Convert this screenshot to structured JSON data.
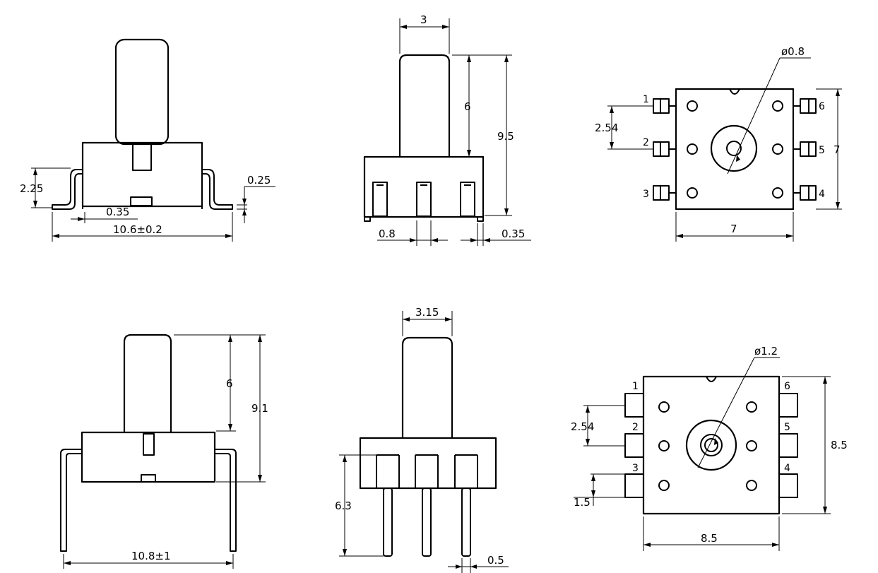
{
  "view1": {
    "d_height": "2.25",
    "d_pin": "0.35",
    "d_thick": "0.25",
    "d_width": "10.6±0.2"
  },
  "view2": {
    "d_shaft": "3",
    "d_shaft_h": "6",
    "d_total": "9.5",
    "d_pin_w": "0.8",
    "d_gap": "0.35"
  },
  "view3": {
    "d_hole": "ø0.8",
    "d_pitch": "2.54",
    "d_height": "7",
    "d_width": "7",
    "pins": [
      "1",
      "2",
      "3",
      "4",
      "5",
      "6"
    ]
  },
  "view4": {
    "d_shaft_h": "6",
    "d_total": "9.1",
    "d_width": "10.8±1"
  },
  "view5": {
    "d_shaft": "3.15",
    "d_pin_len": "6.3",
    "d_pin_w": "0.5"
  },
  "view6": {
    "d_hole": "ø1.2",
    "d_pitch": "2.54",
    "d_pad": "1.5",
    "d_height": "8.5",
    "d_width": "8.5",
    "pins": [
      "1",
      "2",
      "3",
      "4",
      "5",
      "6"
    ]
  }
}
